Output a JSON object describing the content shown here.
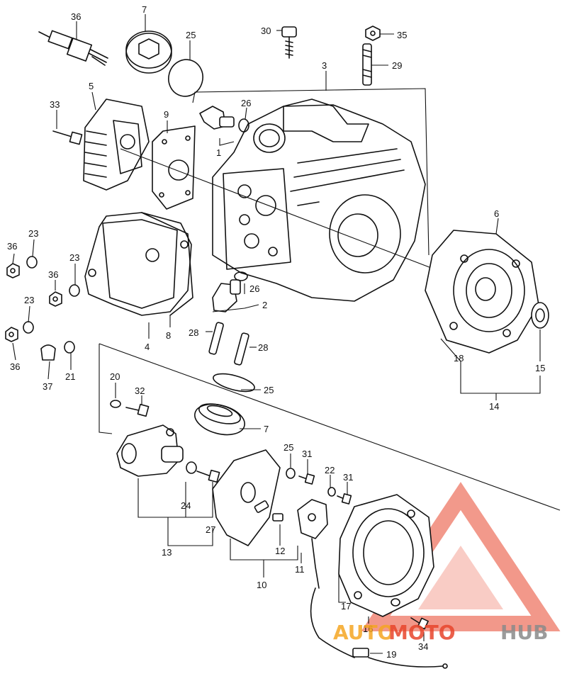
{
  "callouts": {
    "c1": "1",
    "c2": "2",
    "c3": "3",
    "c4": "4",
    "c5": "5",
    "c6": "6",
    "c7a": "7",
    "c7b": "7",
    "c8": "8",
    "c9": "9",
    "c10": "10",
    "c11": "11",
    "c12": "12",
    "c13": "13",
    "c14": "14",
    "c15": "15",
    "c16": "16",
    "c17": "17",
    "c18": "18",
    "c19": "19",
    "c20": "20",
    "c21": "21",
    "c22": "22",
    "c23a": "23",
    "c23b": "23",
    "c23c": "23",
    "c24": "24",
    "c25a": "25",
    "c25b": "25",
    "c25c": "25",
    "c26a": "26",
    "c26b": "26",
    "c27": "27",
    "c28a": "28",
    "c28b": "28",
    "c29": "29",
    "c30": "30",
    "c31a": "31",
    "c31b": "31",
    "c32": "32",
    "c33": "33",
    "c34": "34",
    "c35": "35",
    "c36a": "36",
    "c36b": "36",
    "c36c": "36",
    "c36d": "36",
    "c37": "37"
  },
  "watermark": {
    "part1": "AUTO",
    "part2": "MOTO",
    "part3": "HUB",
    "color_red": "#e8452c",
    "color_orange": "#f5a623",
    "color_gray": "#8a8a8a"
  }
}
